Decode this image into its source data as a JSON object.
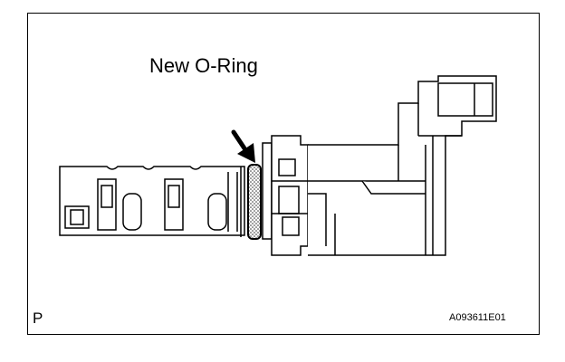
{
  "diagram": {
    "title": "New O-Ring",
    "corner_left_label": "P",
    "figure_code": "A093611E01",
    "arrow_icon": "down-right-arrow-icon"
  }
}
